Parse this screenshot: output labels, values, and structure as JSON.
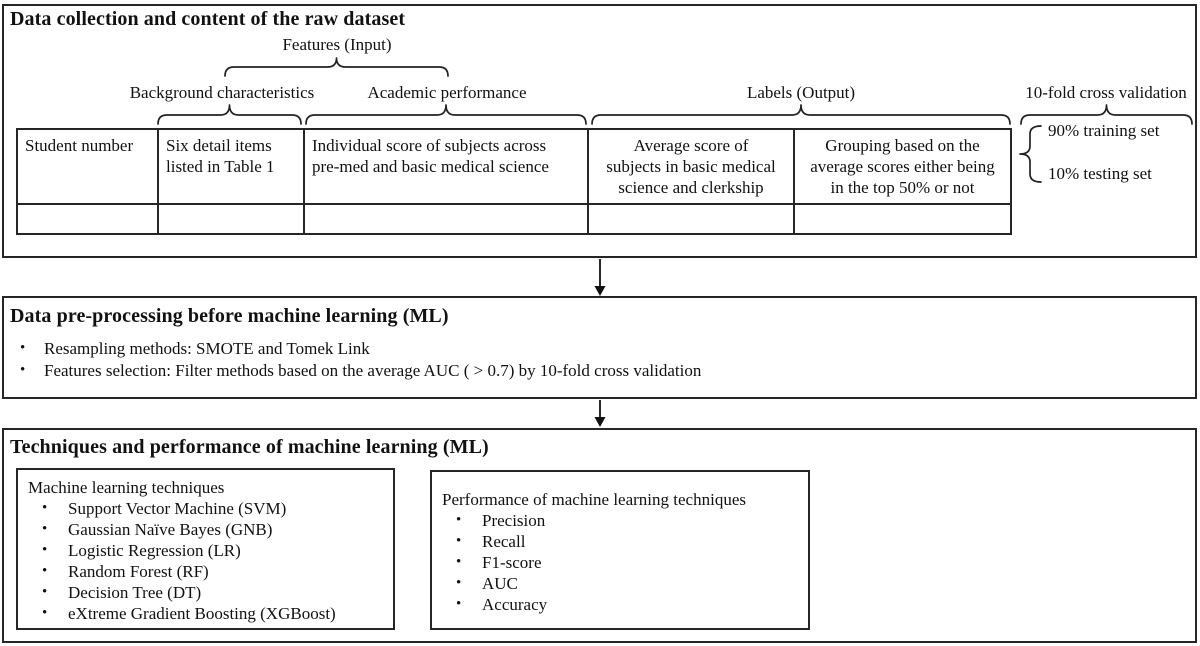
{
  "ui": {
    "bullet": "•"
  },
  "colors": {
    "ink": "#111111",
    "border": "#262626",
    "background": "#ffffff"
  },
  "box1": {
    "title": "Data collection and content of the raw dataset",
    "features_label": "Features (Input)",
    "background_label": "Background characteristics",
    "academic_label": "Academic performance",
    "labels_label": "Labels (Output)",
    "crossval_label": "10-fold cross validation",
    "training_label": "90% training set",
    "testing_label": "10% testing set",
    "table": {
      "headers": [
        "Student number",
        "Six detail items\nlisted in Table 1",
        "Individual score of subjects across\npre-med and basic medical science",
        "Average score of\nsubjects in basic medical\nscience and clerkship",
        "Grouping based on the\naverage scores either being\nin the top 50% or not"
      ]
    }
  },
  "box2": {
    "title": "Data pre-processing before machine learning (ML)",
    "items": [
      "Resampling methods: SMOTE and Tomek Link",
      "Features selection: Filter methods based on the average AUC ( > 0.7) by 10-fold cross validation"
    ]
  },
  "box3": {
    "title": "Techniques and performance of machine learning (ML)",
    "ml_box": {
      "title": "Machine learning techniques",
      "items": [
        "Support Vector Machine (SVM)",
        "Gaussian Naïve Bayes (GNB)",
        "Logistic Regression (LR)",
        "Random Forest (RF)",
        "Decision Tree (DT)",
        "eXtreme Gradient Boosting (XGBoost)"
      ]
    },
    "perf_box": {
      "title": "Performance of machine learning techniques",
      "items": [
        "Precision",
        "Recall",
        "F1-score",
        "AUC",
        "Accuracy"
      ]
    }
  }
}
